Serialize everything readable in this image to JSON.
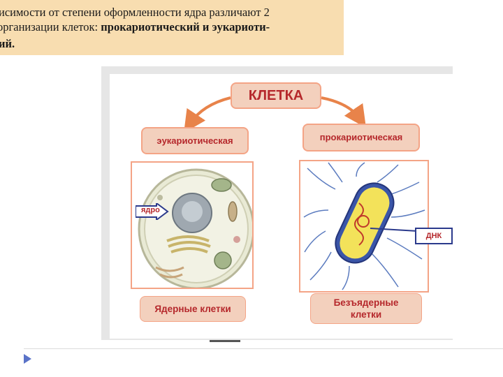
{
  "text": {
    "line1": "исимости от степени оформленности ядра различают  2",
    "line2_prefix": "организации клеток: ",
    "line2_bold": "прокариотический  и эукариоти-",
    "line3": "ий."
  },
  "diagram": {
    "title": "КЛЕТКА",
    "eukaryotic_label": "эукариотическая",
    "prokaryotic_label": "прокариотическая",
    "nucleus_callout": "ядро",
    "dna_callout": "ДНК",
    "nuclear_cells_line": "Ядерные клетки",
    "non_nuclear_cells_line1": "Безъядерные",
    "non_nuclear_cells_line2": "клетки"
  },
  "colors": {
    "text_box_bg": "#f8ddb0",
    "pill_bg": "#f3d0bd",
    "pill_border": "#f4a486",
    "label_text": "#b5272b",
    "arrow": "#e8834a",
    "bullet": "#5a73c8"
  }
}
